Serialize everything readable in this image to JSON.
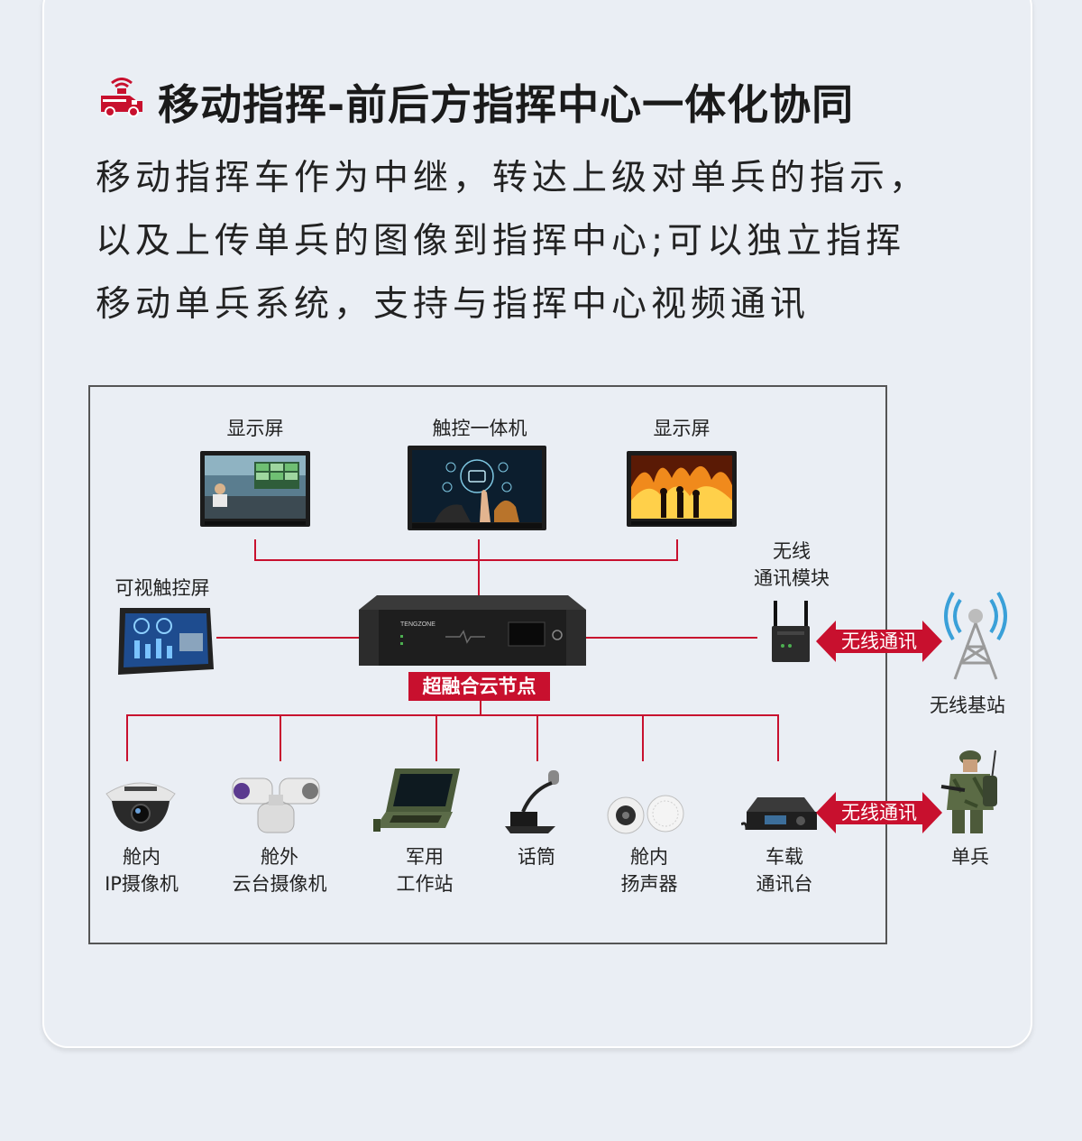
{
  "header": {
    "title": "移动指挥-前后方指挥中心一体化协同",
    "icon": "fire-truck-icon",
    "lines": [
      "移动指挥车作为中继，转达上级对单兵的指示，",
      "以及上传单兵的图像到指挥中心;可以独立指挥",
      "移动单兵系统，支持与指挥中心视频通讯"
    ]
  },
  "diagram": {
    "top_devices": {
      "display_left": "显示屏",
      "touch_panel": "触控一体机",
      "display_right": "显示屏"
    },
    "visual_touch_screen": "可视触控屏",
    "core_node": {
      "label": "超融合云节点",
      "brand": "TENGZONE"
    },
    "wireless_module": [
      "无线",
      "通讯模块"
    ],
    "wireless_link_label": "无线通讯",
    "base_station": "无线基站",
    "soldier": "单兵",
    "bottom_devices": [
      {
        "line1": "舱内",
        "line2": "IP摄像机",
        "icon": "dome-camera-icon"
      },
      {
        "line1": "舱外",
        "line2": "云台摄像机",
        "icon": "ptz-camera-icon"
      },
      {
        "line1": "军用",
        "line2": "工作站",
        "icon": "rugged-laptop-icon"
      },
      {
        "line1": "话筒",
        "line2": "",
        "icon": "microphone-icon"
      },
      {
        "line1": "舱内",
        "line2": "扬声器",
        "icon": "speaker-icon"
      },
      {
        "line1": "车载",
        "line2": "通讯台",
        "icon": "vehicle-radio-icon"
      }
    ]
  },
  "colors": {
    "accent": "#c8102e",
    "background": "#eaeef4",
    "text": "#222222"
  }
}
